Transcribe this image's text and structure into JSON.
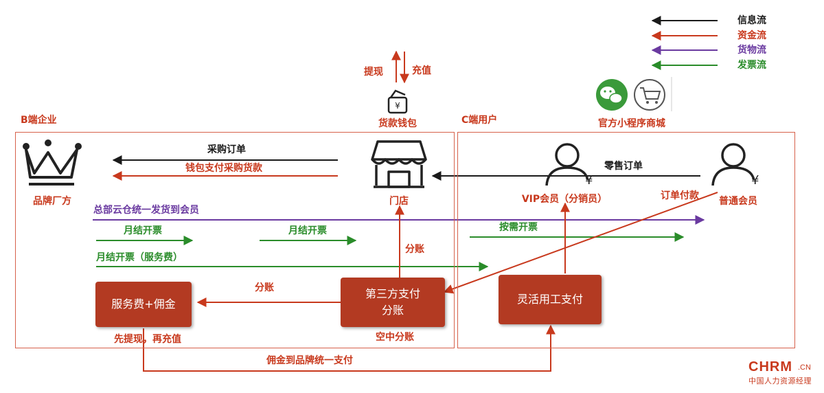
{
  "legend": [
    {
      "label": "信息流",
      "color": "#1a1a1a"
    },
    {
      "label": "资金流",
      "color": "#c8391d"
    },
    {
      "label": "货物流",
      "color": "#6a3aa0"
    },
    {
      "label": "发票流",
      "color": "#2a8c2a"
    }
  ],
  "regions": {
    "b_side": "B端企业",
    "c_side": "C端用户"
  },
  "nodes": {
    "brand": "品牌厂方",
    "store": "门店",
    "wallet": "货款钱包",
    "vip": "VIP会员（分销员）",
    "member": "普通会员",
    "mini_program": "官方小程序商城",
    "third_party": "第三方支付\n分账",
    "service_fee": "服务费+佣金",
    "flex_pay": "灵活用工支付"
  },
  "flows": {
    "withdraw": "提现",
    "recharge": "充值",
    "purchase_order": "采购订单",
    "wallet_pay": "钱包支付采购货款",
    "retail_order": "零售订单",
    "hq_ship": "总部云仓统一发货到会员",
    "monthly_invoice_1": "月结开票",
    "monthly_invoice_2": "月结开票",
    "on_demand_invoice": "按需开票",
    "monthly_service_invoice": "月结开票（服务费）",
    "split_up": "分账",
    "split_left": "分账",
    "order_payment": "订单付款",
    "air_split": "空中分账",
    "withdraw_then_recharge": "先提现，再充值",
    "commission_unified": "佣金到品牌统一支付"
  },
  "watermark": {
    "logo": "CHRM",
    "suffix": ".CN",
    "tagline": "中国人力资源经理"
  }
}
